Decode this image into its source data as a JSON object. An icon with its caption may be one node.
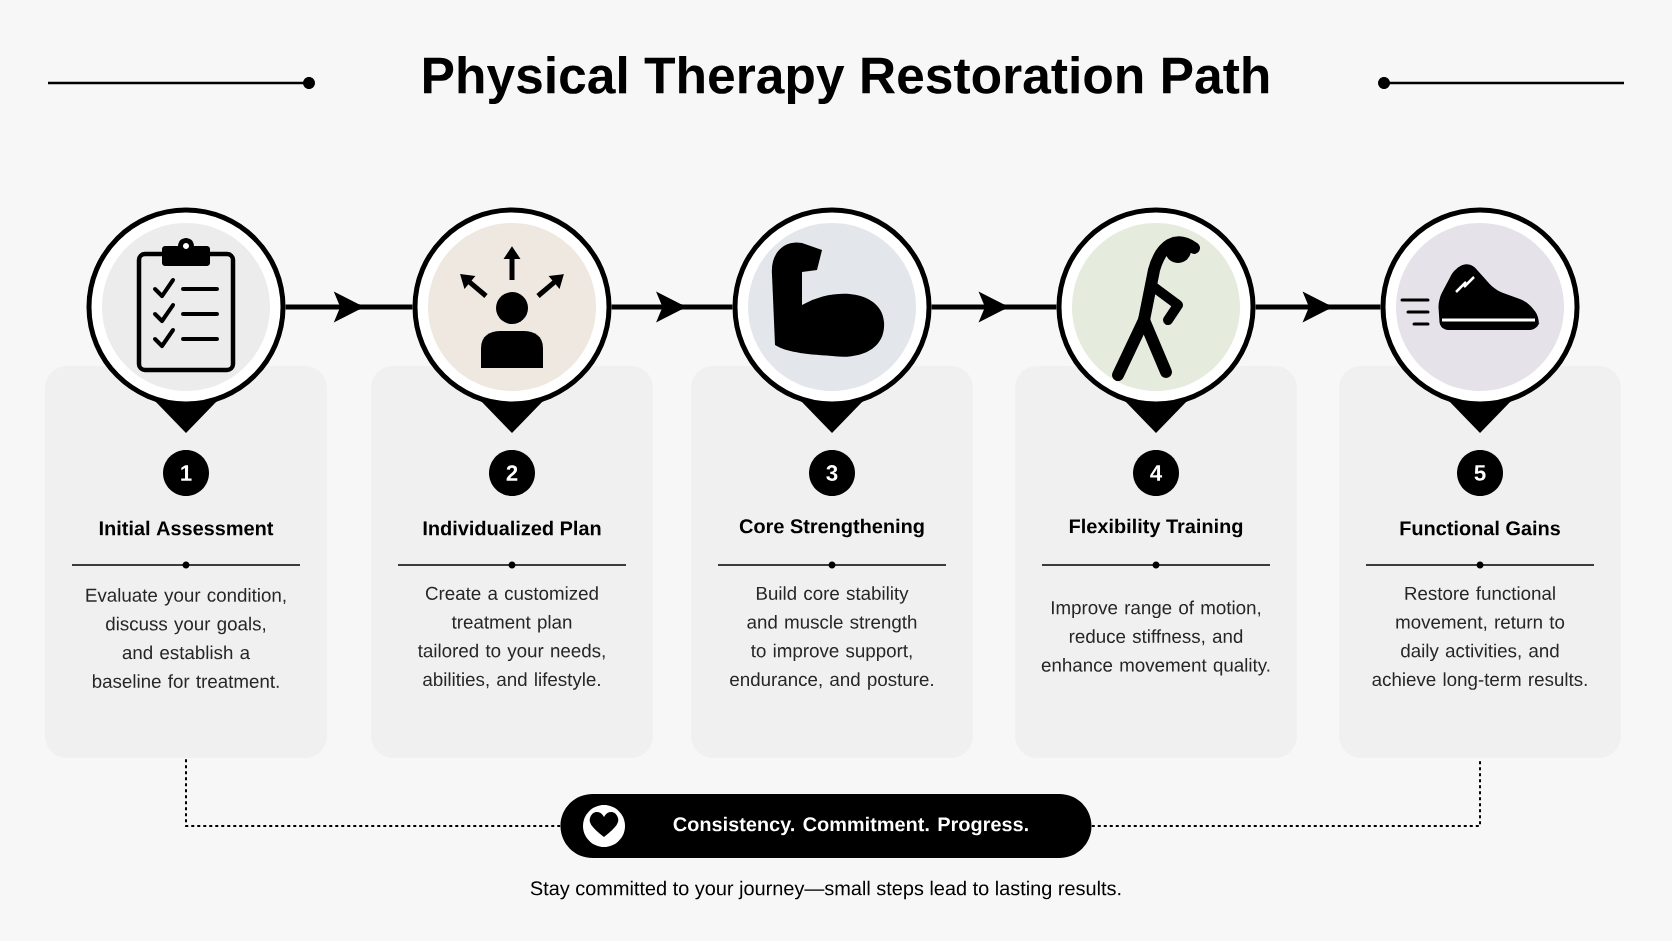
{
  "diagram": {
    "title": "Physical Therapy Restoration Path",
    "caption": "Stay committed to your journey—small steps lead to lasting results.",
    "nodes": [
      {
        "text": [],
        "shape": "circle"
      },
      {
        "text": [],
        "shape": "circle"
      },
      {
        "text": [],
        "shape": "circle"
      },
      {
        "text": [],
        "shape": "circle"
      },
      {
        "text": [],
        "shape": "circle"
      },
      {
        "text": [
          "1",
          "Initial Assessment",
          "Evaluate your condition, discuss your goals, and establish a baseline for treatment."
        ]
      },
      {
        "text": [
          "2",
          "Individualized Plan",
          "Create a customized treatment plan tailored to your needs, abilities, and lifestyle."
        ]
      },
      {
        "text": [
          "3",
          "Core Strengthening",
          "Build core stability and muscle strength to improve support, endurance, and posture."
        ]
      },
      {
        "text": [
          "4",
          "Flexibility Training",
          "Improve range of motion, reduce stiffness, and enhance movement quality."
        ]
      },
      {
        "text": [
          "5",
          "Functional Gains",
          "Restore functional movement, return to daily activities, and achieve long-term results."
        ]
      },
      {
        "text": [
          "Consistency. Commitment. Progress."
        ]
      }
    ],
    "edges": [
      {
        "from": 0,
        "to": 1,
        "arrow": "to"
      },
      {
        "from": 1,
        "to": 2,
        "arrow": "to"
      },
      {
        "from": 2,
        "to": 3,
        "arrow": "to"
      },
      {
        "from": 3,
        "to": 4,
        "arrow": "to"
      },
      {
        "from": 10,
        "to": 5,
        "arrow": "none",
        "style": "dashed"
      },
      {
        "from": 10,
        "to": 9,
        "arrow": "none",
        "style": "dashed"
      }
    ]
  }
}
